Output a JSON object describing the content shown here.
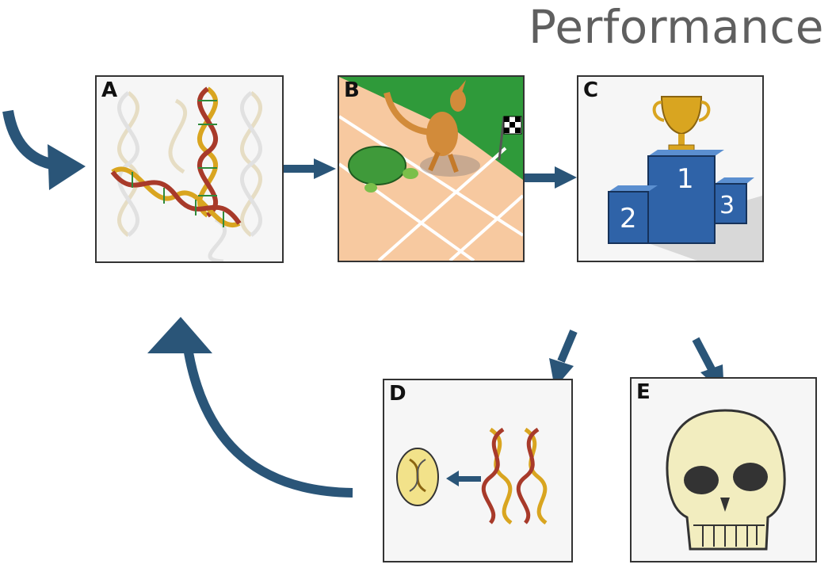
{
  "title": "Performance",
  "panels": {
    "a": {
      "label": "A"
    },
    "b": {
      "label": "B"
    },
    "c": {
      "label": "C"
    },
    "d": {
      "label": "D"
    },
    "e": {
      "label": "E"
    }
  },
  "podium": {
    "first": "1",
    "second": "2",
    "third": "3"
  },
  "colors": {
    "arrow": "#2a5578",
    "podium": "#2f63a8",
    "track": "#f7c9a0",
    "grass": "#2f9a3a"
  }
}
